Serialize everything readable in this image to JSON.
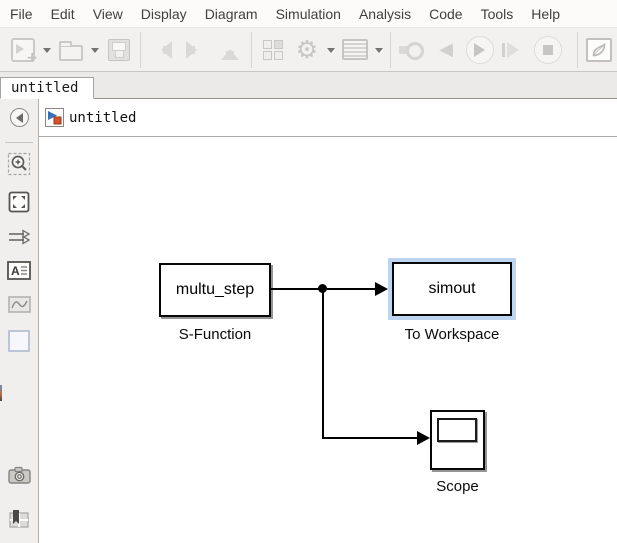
{
  "menu_bar": {
    "items": [
      "File",
      "Edit",
      "View",
      "Display",
      "Diagram",
      "Simulation",
      "Analysis",
      "Code",
      "Tools",
      "Help"
    ]
  },
  "toolbar": {
    "icons": [
      "new-model",
      "new-model-dropdown",
      "open",
      "open-dropdown",
      "save",
      "navigate-back",
      "navigate-forward",
      "navigate-up",
      "library-browser",
      "model-configuration-gear",
      "model-configuration-dropdown",
      "model-explorer",
      "model-explorer-dropdown",
      "connect-to-target",
      "step-back",
      "run",
      "step-forward",
      "stop",
      "environment-leaf"
    ],
    "state": "disabled"
  },
  "tab_bar": {
    "tabs": [
      {
        "label": "untitled",
        "active": true
      }
    ]
  },
  "breadcrumb": {
    "icon": "simulink-model-icon",
    "label": "untitled"
  },
  "palette": {
    "icons": [
      "hide-browser",
      "zoom-region",
      "fit-to-view",
      "route-signals",
      "annotation",
      "viewer",
      "highlight-box",
      "screenshot-camera",
      "viewmarks"
    ]
  },
  "canvas": {
    "blocks": [
      {
        "name": "s-function-block",
        "text": "multu_step",
        "label": "S-Function",
        "selected": false
      },
      {
        "name": "to-workspace-block",
        "text": "simout",
        "label": "To Workspace",
        "selected": true
      },
      {
        "name": "scope-block",
        "text": "",
        "label": "Scope",
        "selected": false
      }
    ],
    "wires": [
      {
        "from": "s-function-block",
        "to": "to-workspace-block",
        "branch_to": "scope-block"
      }
    ]
  },
  "colors": {
    "selection_halo": "#bdd5f1",
    "chrome_bg": "#f2f1ef",
    "canvas_bg": "#ffffff",
    "wire": "#000000",
    "simulink_icon_blue": "#3b6fb6",
    "simulink_icon_orange": "#d9502a"
  }
}
